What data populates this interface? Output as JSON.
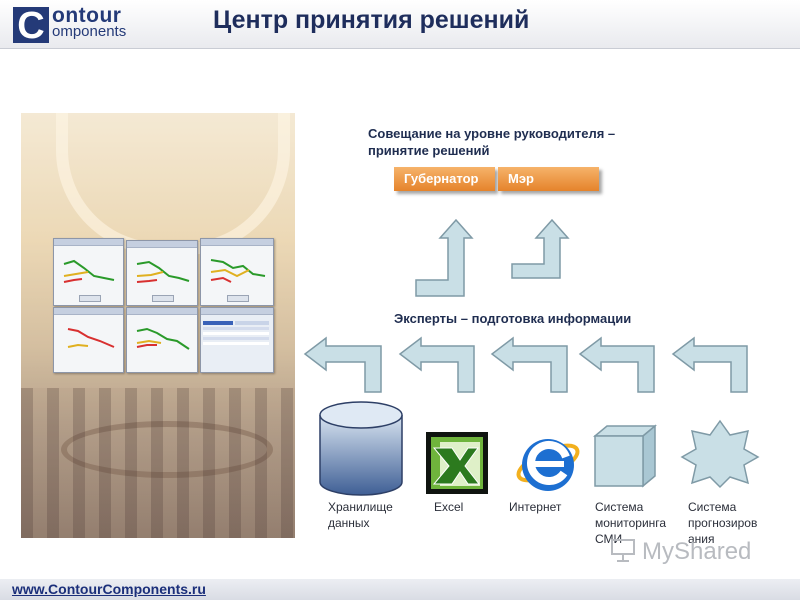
{
  "header": {
    "logo_letter": "C",
    "logo_top": "ontour",
    "logo_bottom": "omponents",
    "title": "Центр принятия решений"
  },
  "diagram": {
    "leadership_heading": "Совещание на уровне руководителя – принятие решений",
    "leaders": [
      {
        "label": "Губернатор"
      },
      {
        "label": "Мэр"
      }
    ],
    "experts_heading": "Эксперты – подготовка информации",
    "sources": [
      {
        "label": "Хранилище данных",
        "icon": "database-cylinder-icon"
      },
      {
        "label": "Excel",
        "icon": "excel-icon"
      },
      {
        "label": "Интернет",
        "icon": "internet-explorer-icon"
      },
      {
        "label": "Система мониторинга СМИ",
        "icon": "cube-icon"
      },
      {
        "label": "Система прогнозиров ания",
        "icon": "star-icon"
      }
    ],
    "colors": {
      "arrow_fill": "#c9dfe6",
      "arrow_stroke": "#7f9aa6",
      "orange": "#e5832b",
      "cylinder": "#5a78a6"
    }
  },
  "footer": {
    "url": "www.ContourComponents.ru"
  },
  "watermark": {
    "text": "MyShared"
  }
}
